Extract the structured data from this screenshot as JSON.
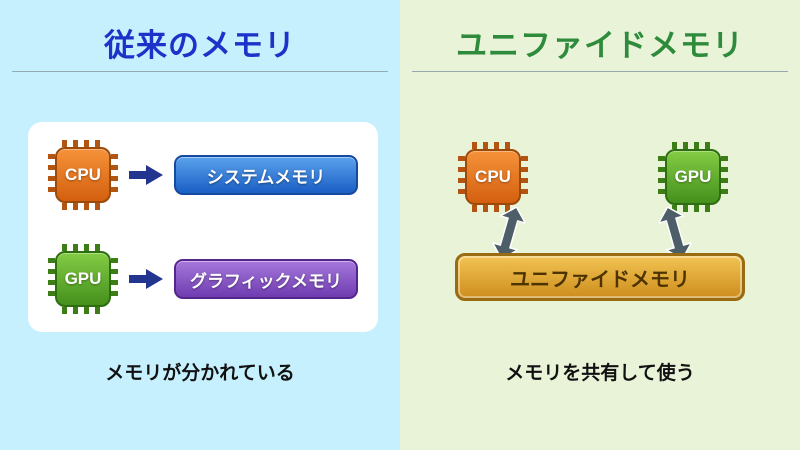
{
  "left": {
    "title": "従来のメモリ",
    "chips": {
      "cpu": "CPU",
      "gpu": "GPU"
    },
    "system_memory_label": "システムメモリ",
    "graphics_memory_label": "グラフィックメモリ",
    "caption": "メモリが分かれている"
  },
  "right": {
    "title": "ユニファイドメモリ",
    "chips": {
      "cpu": "CPU",
      "gpu": "GPU"
    },
    "unified_memory_label": "ユニファイドメモリ",
    "caption": "メモリを共有して使う"
  },
  "colors": {
    "left_background": "#c6f0fe",
    "right_background": "#e9f3d8",
    "left_title": "#1d32c8",
    "right_title": "#2e8b3c",
    "cpu_chip": "#e07214",
    "gpu_chip": "#55a025",
    "system_memory_button": "#2a6fd0",
    "graphics_memory_button": "#8250c0",
    "unified_memory_bar": "#d99a2b",
    "arrow_left_side": "#22368f",
    "arrow_right_side": "#4e5e68"
  }
}
